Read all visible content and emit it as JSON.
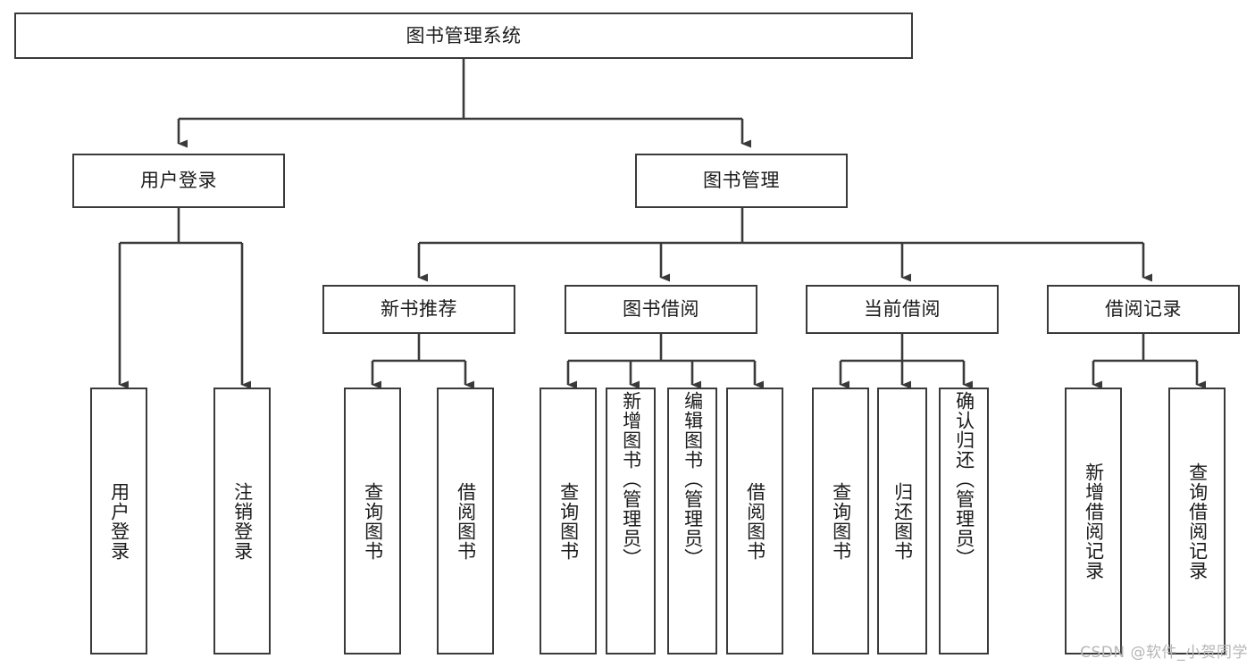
{
  "diagram": {
    "type": "tree",
    "title": "图书管理系统",
    "watermark": "CSDN @软件_小贺同学",
    "colors": {
      "background": "#ffffff",
      "stroke": "#3a3a3a",
      "text": "#1b1b1b",
      "watermark": "#b6b6b6"
    },
    "nodes": {
      "root": {
        "label": "图书管理系统"
      },
      "level2": [
        {
          "id": "user-login",
          "label": "用户登录"
        },
        {
          "id": "book-manage",
          "label": "图书管理"
        }
      ],
      "level3": [
        {
          "id": "new-book-recommend",
          "label": "新书推荐"
        },
        {
          "id": "book-borrow",
          "label": "图书借阅"
        },
        {
          "id": "current-borrow",
          "label": "当前借阅"
        },
        {
          "id": "borrow-record",
          "label": "借阅记录"
        }
      ],
      "leaves": {
        "user_login": [
          {
            "id": "leaf-user-login",
            "label": "用户登录"
          },
          {
            "id": "leaf-user-logout",
            "label": "注销登录"
          }
        ],
        "new_book_recommend": [
          {
            "id": "leaf-query-book-1",
            "label": "查询图书"
          },
          {
            "id": "leaf-borrow-book-1",
            "label": "借阅图书"
          }
        ],
        "book_borrow": [
          {
            "id": "leaf-query-book-2",
            "label": "查询图书"
          },
          {
            "id": "leaf-add-book",
            "label": "新增图书（管理员）"
          },
          {
            "id": "leaf-edit-book",
            "label": "编辑图书（管理员）"
          },
          {
            "id": "leaf-borrow-book-2",
            "label": "借阅图书"
          }
        ],
        "current_borrow": [
          {
            "id": "leaf-query-book-3",
            "label": "查询图书"
          },
          {
            "id": "leaf-return-book",
            "label": "归还图书"
          },
          {
            "id": "leaf-confirm-return",
            "label": "确认归还（管理员）"
          }
        ],
        "borrow_record": [
          {
            "id": "leaf-add-record",
            "label": "新增借阅记录"
          },
          {
            "id": "leaf-query-record",
            "label": "查询借阅记录"
          }
        ]
      }
    }
  }
}
